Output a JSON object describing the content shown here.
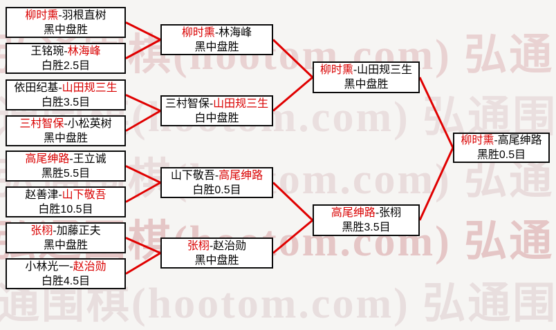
{
  "palette": {
    "background": "#f6f5f3",
    "box_background": "#ffffff",
    "box_border": "#0a0a0a",
    "connector_line": "#e00000",
    "winner_text": "#d90000",
    "normal_text": "#000000",
    "watermark_pink": "#e5c6c6",
    "watermark_gray": "#e8e2e2"
  },
  "sep": "-",
  "watermark": {
    "row_text": "弘通围棋(hootom.com) 弘通围棋(hootom.com)"
  },
  "matches": {
    "r1": [
      {
        "p1": "柳时熏",
        "p2": "羽根直树",
        "result": "黑中盘胜"
      },
      {
        "p1": "王铭琬",
        "p2": "林海峰",
        "result": "白胜2.5目"
      },
      {
        "p1": "依田纪基",
        "p2": "山田规三生",
        "result": "白胜3.5目"
      },
      {
        "p1": "三村智保",
        "p2": "小松英树",
        "result": "黑中盘胜"
      },
      {
        "p1": "高尾绅路",
        "p2": "王立诚",
        "result": "黑胜5.5目"
      },
      {
        "p1": "赵善津",
        "p2": "山下敬吾",
        "result": "白胜10.5目"
      },
      {
        "p1": "张栩",
        "p2": "加藤正夫",
        "result": "黑中盘胜"
      },
      {
        "p1": "小林光一",
        "p2": "赵治勋",
        "result": "白胜4.5目"
      }
    ],
    "r2": [
      {
        "p1": "柳时熏",
        "p2": "林海峰",
        "result": "黑中盘胜"
      },
      {
        "p1": "三村智保",
        "p2": "山田规三生",
        "result": "白中盘胜"
      },
      {
        "p1": "山下敬吾",
        "p2": "高尾绅路",
        "result": "白胜0.5目"
      },
      {
        "p1": "张栩",
        "p2": "赵治勋",
        "result": "黑中盘胜"
      }
    ],
    "r3": [
      {
        "p1": "柳时熏",
        "p2": "山田规三生",
        "result": "黑中盘胜"
      },
      {
        "p1": "高尾绅路",
        "p2": "张栩",
        "result": "黑胜3.5目"
      }
    ],
    "final": {
      "p1": "柳时熏",
      "p2": "高尾绅路",
      "result": "黑胜0.5目"
    }
  }
}
